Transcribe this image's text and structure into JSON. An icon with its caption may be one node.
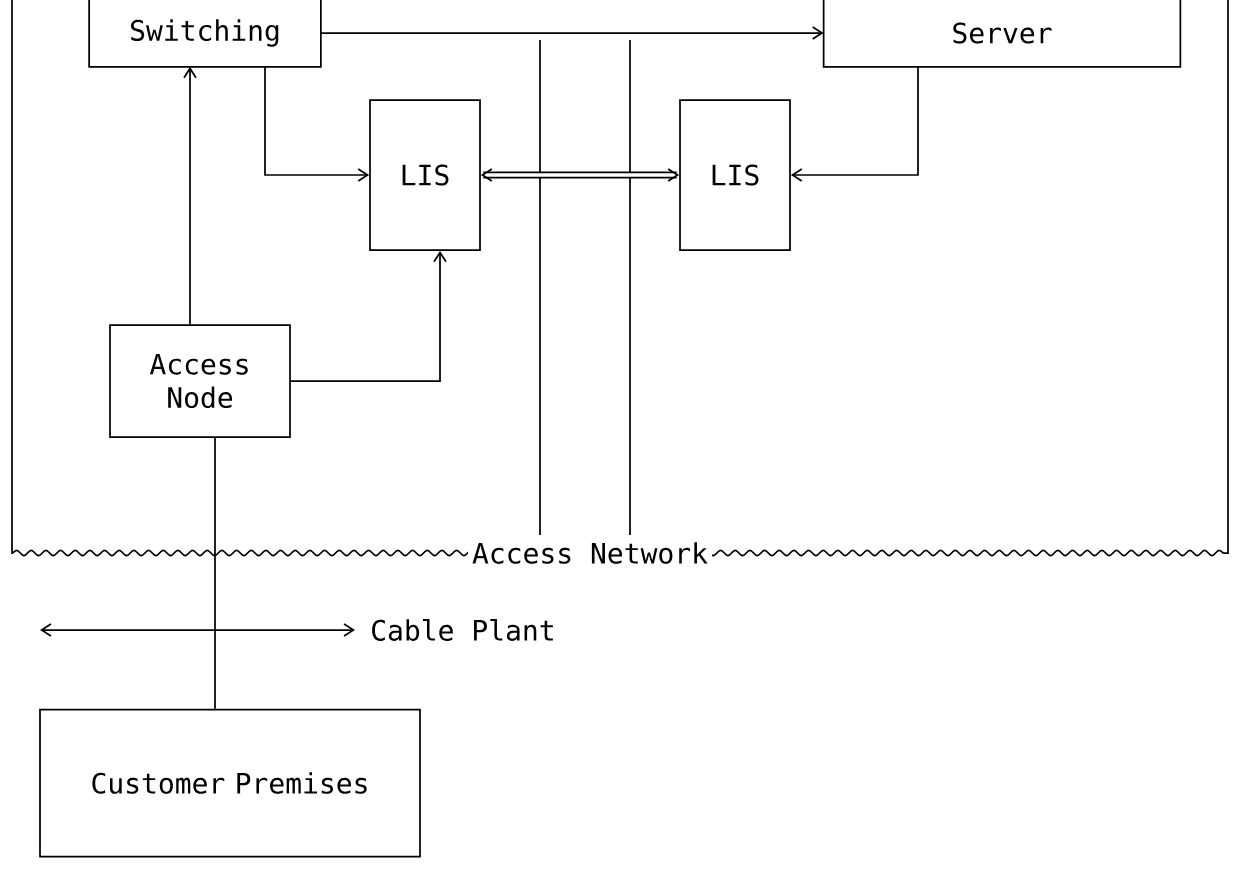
{
  "diagram": {
    "nodes": [
      {
        "text": [
          "Access Network"
        ]
      },
      {
        "text": [
          "Switching"
        ],
        "in": 0
      },
      {
        "text": [
          "Server"
        ],
        "in": 0
      },
      {
        "text": [
          "LIS"
        ],
        "in": 0
      },
      {
        "text": [
          "LIS"
        ],
        "in": 0
      },
      {
        "text": [
          "Access Node"
        ],
        "in": 0
      },
      {
        "text": [
          "Customer Premises"
        ]
      }
    ],
    "edges": [
      {
        "from": 1,
        "to": 2,
        "arrow": "to"
      },
      {
        "from": 1,
        "to": 3,
        "arrow": "to"
      },
      {
        "from": 3,
        "to": 4,
        "arrow": "both",
        "style": "thick"
      },
      {
        "from": 5,
        "to": 1,
        "arrow": "to"
      },
      {
        "from": 5,
        "to": 3,
        "arrow": "to"
      },
      {
        "from": 2,
        "to": 4,
        "arrow": "to"
      },
      {
        "from": 5,
        "to": 6,
        "arrow": "none"
      }
    ],
    "labels": [
      "Cable Plant"
    ]
  }
}
